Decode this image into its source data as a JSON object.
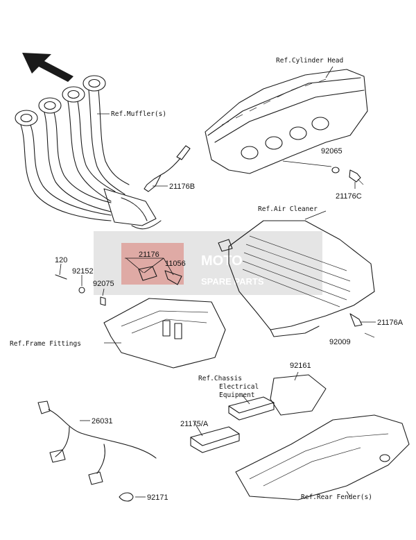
{
  "labels": {
    "ref_cylinder_head": "Ref.Cylinder Head",
    "ref_mufflers": "Ref.Muffler(s)",
    "ref_air_cleaner": "Ref.Air Cleaner",
    "ref_frame_fittings": "Ref.Frame Fittings",
    "ref_chassis_1": "Ref.Chassis",
    "ref_chassis_2": "Electrical",
    "ref_chassis_3": "Equipment",
    "ref_rear_fender": "Ref.Rear Fender(s)"
  },
  "parts": {
    "p92065": "92065",
    "p21176C": "21176C",
    "p21176B": "21176B",
    "p120": "120",
    "p92152": "92152",
    "p92075": "92075",
    "p21176": "21176",
    "p11056": "11056",
    "p21176A": "21176A",
    "p92009": "92009",
    "p92161": "92161",
    "p21175A": "21175/A",
    "p26031": "26031",
    "p92171": "92171"
  },
  "watermark": {
    "brand": "MOTO",
    "sub": "SPARE PARTS"
  },
  "colors": {
    "watermark_bg": "#d9d9d9",
    "watermark_red": "#c0392b",
    "line": "#1a1a1a"
  },
  "icons": {
    "direction_arrow": "front-direction-arrow-icon"
  }
}
